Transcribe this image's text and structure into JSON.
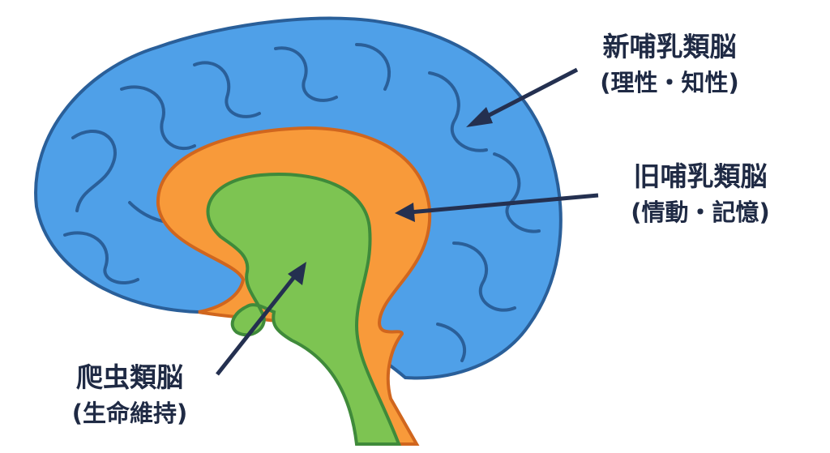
{
  "title": "脳の三層構造",
  "colors": {
    "neocortex": "#4fa0e8",
    "neocortex_stroke": "#2a5f99",
    "limbic": "#f89a3a",
    "limbic_stroke": "#d0661e",
    "reptilian": "#7dc452",
    "reptilian_stroke": "#3f8a3a",
    "arrow": "#243050"
  },
  "labels": {
    "neomammalian": {
      "name": "新哺乳類脳",
      "role": "(理性・知性)"
    },
    "paleomammalian": {
      "name": "旧哺乳類脳",
      "role": "(情動・記憶)"
    },
    "reptilian": {
      "name": "爬虫類脳",
      "role": "(生命維持)"
    }
  }
}
